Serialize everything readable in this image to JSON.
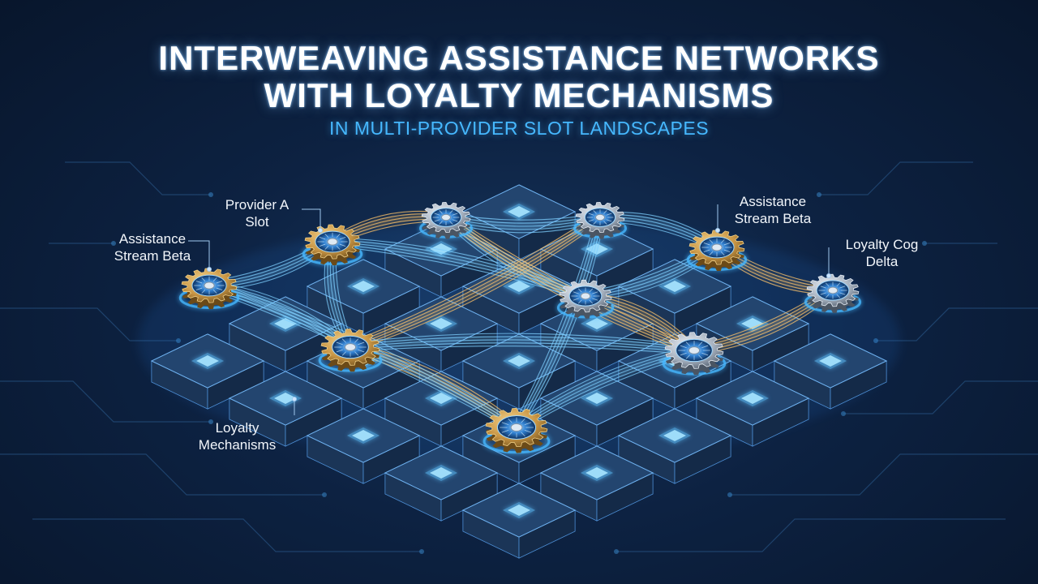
{
  "header": {
    "title_line1": "INTERWEAVING ASSISTANCE NETWORKS",
    "title_line2": "WITH LOYALTY MECHANISMS",
    "subtitle": "IN MULTI-PROVIDER SLOT LANDSCAPES"
  },
  "labels": {
    "provider_a_line1": "Provider A",
    "provider_a_line2": "Slot",
    "assistance_left_line1": "Assistance",
    "assistance_left_line2": "Stream Beta",
    "assistance_right_line1": "Assistance",
    "assistance_right_line2": "Stream Beta",
    "loyalty_cog_line1": "Loyalty Cog",
    "loyalty_cog_line2": "Delta",
    "loyalty_mech_line1": "Loyalty",
    "loyalty_mech_line2": "Mechanisms"
  },
  "colors": {
    "background": "#0d2242",
    "accent_blue": "#46b8ff",
    "gold_stream": "#ffc46b",
    "blue_stream": "#7fd0ff",
    "gear_gold": "#c99645",
    "gear_silver": "#a9b4c2"
  },
  "icons": [
    "gear-icon",
    "slot-tile-icon"
  ]
}
